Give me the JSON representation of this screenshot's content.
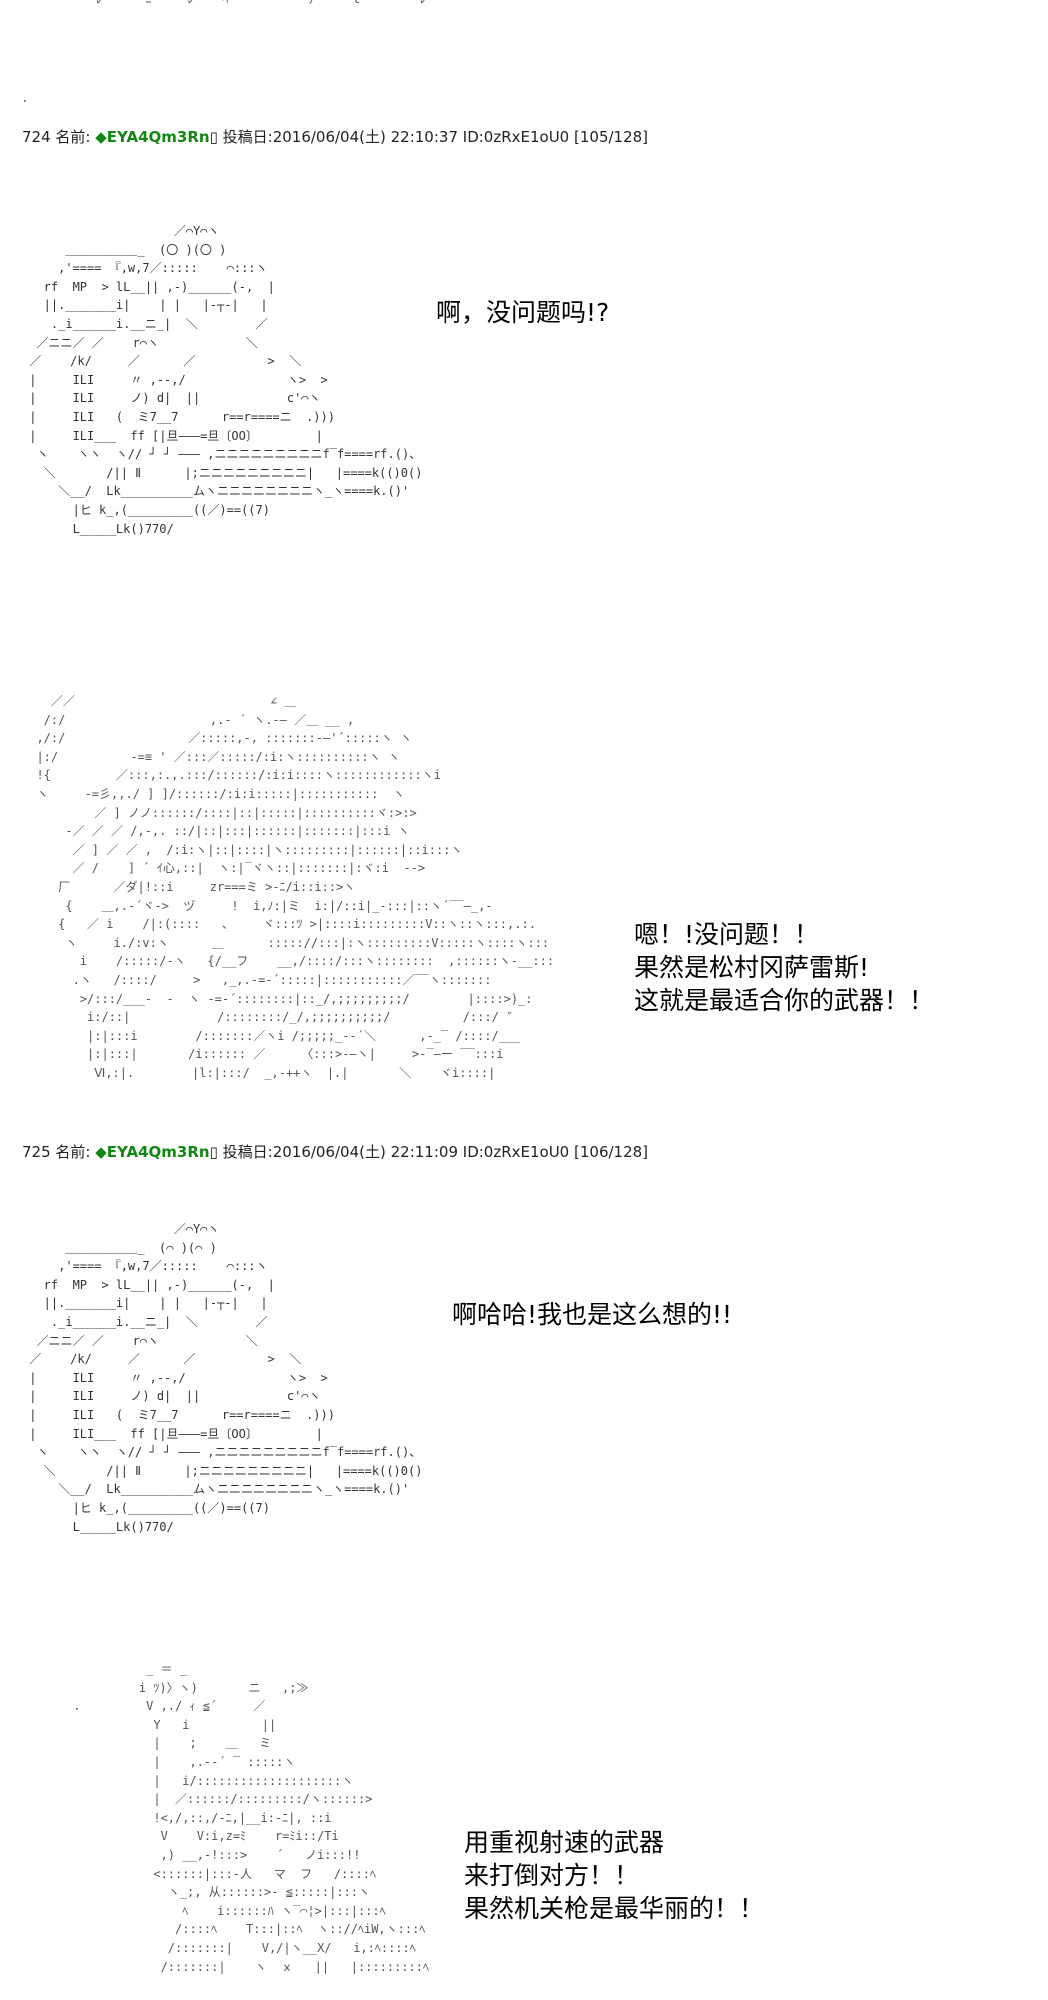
{
  "top_fragment": "ﾚ      ﾆ     ﾚ    ﾍ           ﾌ     ｌ        ﾚ",
  "posts": [
    {
      "number": "724",
      "name_label": "名前:",
      "trip": "◆EYA4Qm3Rn",
      "date_label": "投稿日:",
      "date": "2016/06/04(土) 22:10:37",
      "id": "ID:0zRxE1oU0",
      "count": "[105/128]"
    },
    {
      "number": "725",
      "name_label": "名前:",
      "trip": "◆EYA4Qm3Rn",
      "date_label": "投稿日:",
      "date": "2016/06/04(土) 22:11:09",
      "id": "ID:0zRxE1oU0",
      "count": "[106/128]"
    }
  ],
  "art": {
    "robot1": "                     ／⌒Y⌒ヽ\n      ＿＿＿＿＿＿_  (〇 )(〇 )\n     ,'==== 『,w,7／:::::    ⌒:::ヽ\n   rf  MP  > lL__|| ,-)______(-,  |\n   ||._______i|    | |   |-┬-|   |\n    ._i______i.__ニ_|  ＼        ／\n  ／ニニ／ ／    r⌒ヽ            ＼\n ／    /k/     ／      ／          >  ＼\n |     ILI     〃 ,--,/              ヽ>  >\n |     ILI     ノ) d|  ||            c'⌒ヽ\n |     ILI   (  ミ7__7      r==r====ニ  .)))\n |     ILI___  ff [|旦―――=旦〔OO〕        |\n  ヽ    ヽヽ  ヽ// ┘ ┘ ――― ,ニニニニニニニニニf‾f====rf.()、\n   ＼       /|| Ⅱ      |;ニニニニニニニニニ|   |====k(()0()\n     ＼__/  Lk__________ムヽニニニニニニニニヽ_ヽ====k.()'\n       |ヒ k_,(_________((／)==((7)\n       L_____Lk()770/",
    "cat": "    ／／                           ∠ ＿\n   /:/                    ,.- ´ ヽ.-― ／＿ __ ,\n  ,/:/                 ／:::::,-, :::::::-―'´:::::ヽ ヽ\n  |:/          -=≡ ' ／:::／:::::/:i:ヽ::::::::::ヽ ヽ\n  !{         ／:::,:.,.:::/::::::/:i:i::::ヽ::::::::::::ヽi\n  ヽ     -=彡,,./ ] ]/::::::/:i:i:::::|:::::::::::  ヽ\n          ／ ] ノノ::::::/::::|::|:::::|::::::::::ヾ:>:>\n      -／ ／ ／ /,-,. ::/|::|:::|::::::|:::::::|:::i ヽ\n       ／ ] ／ ／ ,  /:i:ヽ|::|::::|ヽ:::::::::|::::::|::i:::ヽ\n       ／ /    ] ´ ｲ心,::|  ヽ:|‾ヾヽ::|:::::::|:ヾ:i  -->\n     厂      ／ダ|!::i     zr===ミ >-ﾆ/i::i::>ヽ\n      {    ＿,.-´ヾ->  ヅ     !  i,ﾉ:|ミ  i:|/::i|_-:::|::ヽ´‾‾―_,‐\n     {   ／ i    /|:(::::   、    ヾ:::ﾂ >|::::i:::::::::V::ヽ::ヽ:::,.:.\n      ヽ     i./:v:ヽ      ＿      ::::://:::|:ヽ:::::::::V:::::ヽ::::ヽ:::\n        i    /:::::/-ヽ   {/__フ    __,/::::/:::ヽ::::::::  ,::::::ヽ-__:::\n       .ヽ   /::::/     >   ,_,.-=‐´:::::|:::::::::::／‾‾ヽ:::::::\n        >/:::/___-  -  ヽ -=‐´::::::::|::_/,;;;;;;;;;/        |::::>)_:\n         i:/::|            /::::::::/_/,;;;;;;;;;;/          /:::/ ″\n         |:|:::i        /:::::::／ヽi /;;;;;_-‐´＼      ,-_‾ /::::/___\n         |:|:::|       /i:::::: ／     〈:::>-―ヽ|     >-‾―ー ‾‾:::i\n          Ⅵ,:|.        |l:|:::/  _,-++ヽ  |.|       ＼    ヾi::::|",
    "robot2": "                     ／⌒Y⌒ヽ\n      ＿＿＿＿＿＿_  (⌒ )(⌒ )\n     ,'==== 『,w,7／:::::    ⌒:::ヽ\n   rf  MP  > lL__|| ,-)______(-,  |\n   ||._______i|    | |   |-┬-|   |\n    ._i______i.__ニ_|  ＼        ／\n  ／ニニ／ ／    r⌒ヽ            ＼\n ／    /k/     ／      ／          >  ＼\n |     ILI     〃 ,--,/              ヽ>  >\n |     ILI     ノ) d|  ||            c'⌒ヽ\n |     ILI   (  ミ7__7      r==r====ニ  .)))\n |     ILI___  ff [|旦―――=旦〔OO〕        |\n  ヽ    ヽヽ  ヽ// ┘ ┘ ――― ,ニニニニニニニニニf‾f====rf.()、\n   ＼       /|| Ⅱ      |;ニニニニニニニニニ|   |====k(()0()\n     ＼__/  Lk__________ムヽニニニニニニニニヽ_ヽ====k.()'\n       |ヒ k_,(_________((／)==((7)\n       L_____Lk()770/",
    "girl": "     _ ＝ _\n    i ﾂ)〉ヽ)       ニ   ,;≫\n     V ,./ ｨ ≦´     ／\n      Y   i          ||\n      |    ;    ＿   ミ\n      |    ,.-‐´ ‾ :::::ヽ\n      |   i/::::::::::::::::::::ヽ\n      |  ／::::::/:::::::::/ヽ::::::>\n      !<,/,::,/‐ﾆ,|__i:-ﾆ|, ::i\n       V    V:i,z=ﾐ    r=ﾐi::/Ti\n       ,) __,-!:::>    ´   ノi:::!!\n      <::::::|:::-人   マ  フ   /::::ﾍ\n        ヽ_;, 从::::::>‐ ≦:::::|:::ヽ\n          ﾍ    i::::::ﾊ ヽ‾⌒¦>|:::|:::ﾍ\n         /::::ﾍ    T:::|::ﾍ  ヽ:://ﾍiW,ヽ:::ﾍ\n        /:::::::|    V,/|ヽ__X/   i,:ﾍ::::ﾍ\n       /:::::::|    ヽ  ｘ   ||   |:::::::::ﾍ"
  },
  "speech": {
    "s1": "啊，没问题吗!?",
    "s2_line1": "嗯！!没问题！！",
    "s2_line2": "果然是松村冈萨雷斯!",
    "s2_line3": "这就是最适合你的武器！！",
    "s3": "啊哈哈!我也是这么想的!!",
    "s4_line1": "用重视射速的武器",
    "s4_line2": "来打倒对方！！",
    "s4_line3": "果然机关枪是最华丽的！！"
  }
}
